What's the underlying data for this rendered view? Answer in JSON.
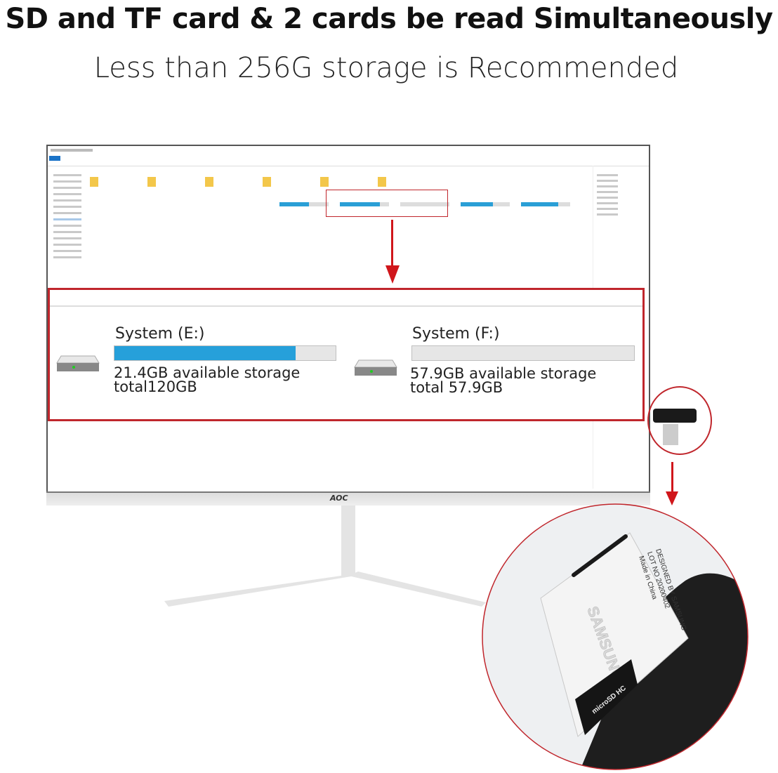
{
  "heading": {
    "title": "SD and TF card & 2 cards be read Simultaneously",
    "subtitle": "Less than 256G storage is  Recommended"
  },
  "monitor": {
    "brand": "AOC"
  },
  "drives": [
    {
      "label": "System (E:)",
      "available": "21.4GB available storage",
      "total": "total120GB",
      "used_percent": 82
    },
    {
      "label": "System (F:)",
      "available": "57.9GB available storage",
      "total": "total 57.9GB",
      "used_percent": 0
    }
  ],
  "colors": {
    "highlight": "#c0262c",
    "arrow": "#d0161b",
    "usage_bar": "#26a0da"
  },
  "product_lettering": [
    "SAMSUNG",
    "Made in China",
    "LOT NO 20200402",
    "DESIGNED BY SAMSUNG",
    "microSD HC"
  ]
}
